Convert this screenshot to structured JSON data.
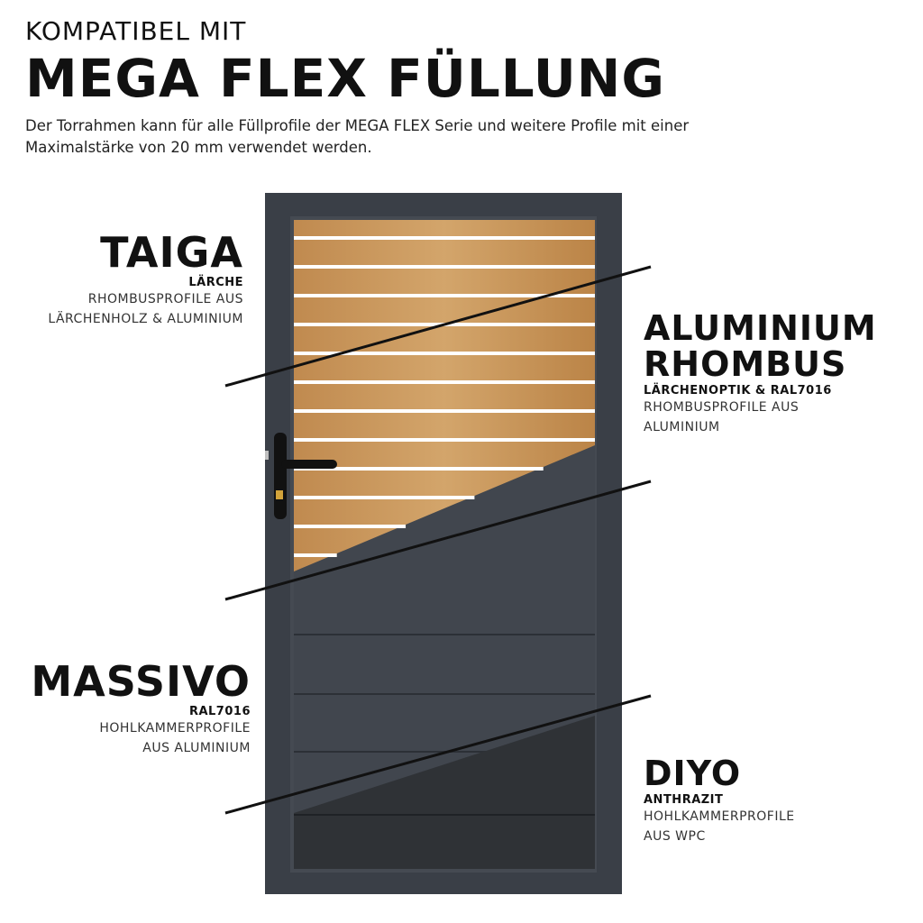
{
  "header": {
    "kicker": "KOMPATIBEL MIT",
    "title": "MEGA FLEX FÜLLUNG",
    "intro": "Der Torrahmen kann für alle Füllprofile der MEGA FLEX Serie und weitere Profile mit einer Maximalstärke von 20 mm verwendet werden."
  },
  "profiles": {
    "taiga": {
      "name": "TAIGA",
      "variant": "LÄRCHE",
      "desc1": "RHOMBUSPROFILE AUS",
      "desc2": "LÄRCHENHOLZ & ALUMINIUM"
    },
    "aluminium": {
      "name1": "ALUMINIUM",
      "name2": "RHOMBUS",
      "variant": "LÄRCHENOPTIK & RAL7016",
      "desc1": "RHOMBUSPROFILE AUS",
      "desc2": "ALUMINIUM"
    },
    "massivo": {
      "name": "MASSIVO",
      "variant": "RAL7016",
      "desc1": "HOHLKAMMERPROFILE",
      "desc2": "AUS ALUMINIUM"
    },
    "diyo": {
      "name": "DIYO",
      "variant": "ANTHRAZIT",
      "desc1": "HOHLKAMMERPROFILE",
      "desc2": "AUS WPC"
    }
  },
  "colors": {
    "frame": "#3a3f47",
    "anthracite_panel": "#3e434b",
    "wood": "#c8975c",
    "wpc": "#2f3236",
    "gap": "#ffffff"
  }
}
